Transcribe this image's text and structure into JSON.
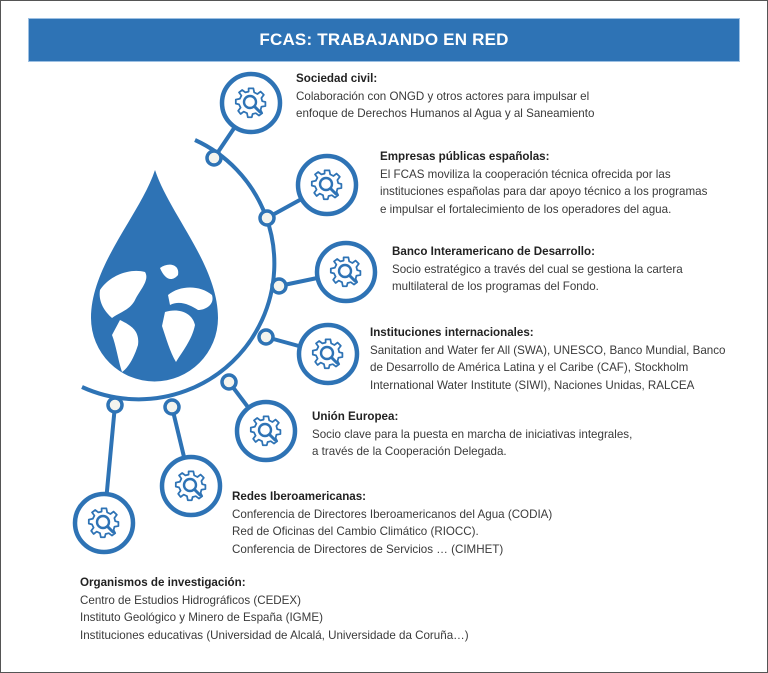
{
  "header": {
    "title": "FCAS: TRABAJANDO EN RED"
  },
  "colors": {
    "accent": "#2e73b5",
    "node_fill": "#f4f4ee"
  },
  "items": [
    {
      "title": "Sociedad civil:",
      "lines": [
        "Colaboración con ONGD y otros actores para impulsar el",
        "enfoque de Derechos Humanos al Agua y al Saneamiento"
      ],
      "icon": "gear-search-icon"
    },
    {
      "title": "Empresas públicas españolas:",
      "lines": [
        "El FCAS moviliza la cooperación técnica ofrecida por las",
        "instituciones españolas para dar apoyo técnico a los programas",
        "e impulsar el fortalecimiento de los operadores del agua."
      ],
      "icon": "gear-search-icon"
    },
    {
      "title": "Banco Interamericano de Desarrollo:",
      "lines": [
        "Socio estratégico a través del cual se gestiona la cartera",
        "multilateral de los programas del Fondo."
      ],
      "icon": "gear-search-icon"
    },
    {
      "title": "Instituciones internacionales:",
      "lines": [
        "Sanitation and Water fer All (SWA), UNESCO, Banco Mundial, Banco",
        "de Desarrollo de América Latina y el Caribe (CAF), Stockholm",
        "International Water Institute (SIWI), Naciones Unidas, RALCEA"
      ],
      "icon": "gear-search-icon"
    },
    {
      "title": "Unión Europea:",
      "lines": [
        "Socio clave para la puesta en marcha de iniciativas integrales,",
        "a través de la Cooperación Delegada."
      ],
      "icon": "gear-search-icon"
    },
    {
      "title": "Redes Iberoamericanas:",
      "lines": [
        "Conferencia de Directores Iberoamericanos del Agua (CODIA)",
        "Red de Oficinas del Cambio Climático (RIOCC).",
        "Conferencia de Directores de Servicios … (CIMHET)"
      ],
      "icon": "gear-search-icon"
    },
    {
      "title": "Organismos de investigación:",
      "lines": [
        "Centro de Estudios Hidrográficos (CEDEX)",
        "Instituto Geológico y Minero de España (IGME)",
        "Instituciones educativas (Universidad de Alcalá, Universidade da Coruña…)"
      ],
      "icon": "gear-search-icon"
    }
  ]
}
